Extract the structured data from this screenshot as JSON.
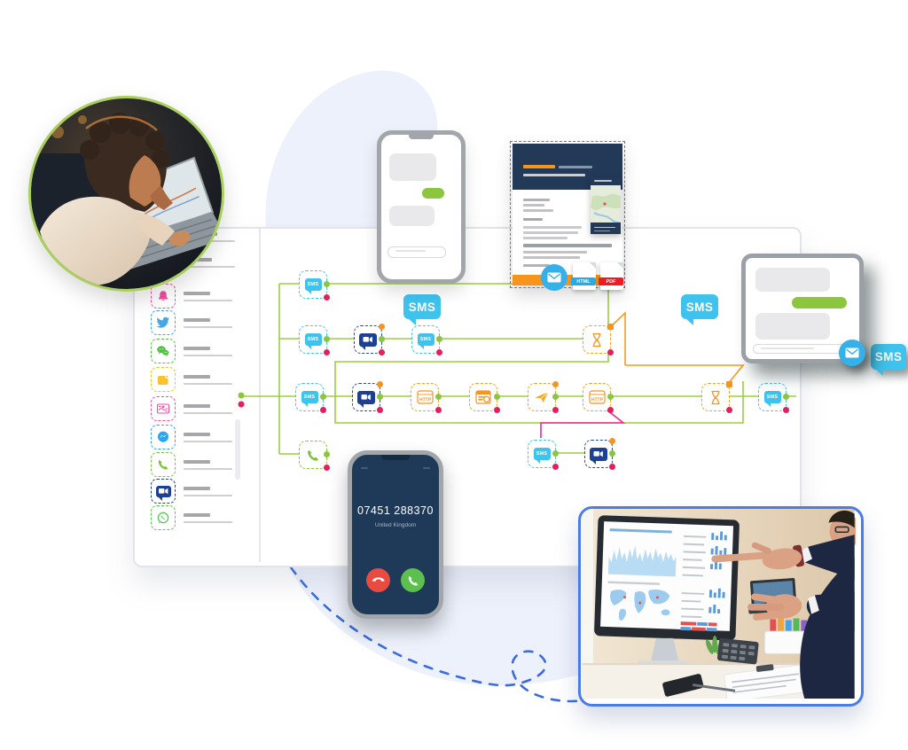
{
  "labels": {
    "sms": "SMS",
    "http": "HTTP",
    "html_file": "HTML",
    "pdf_file": "PDF"
  },
  "call_screen": {
    "number": "07451 288370",
    "location": "United Kingdom"
  },
  "flow": {
    "tooltip_sms": "SMS",
    "nodes": [
      "sms",
      "sms",
      "video-chat",
      "sms",
      "wait",
      "sms",
      "video-chat",
      "http-request",
      "report",
      "send",
      "http-request",
      "wait",
      "sms",
      "voice-call",
      "sms",
      "video-chat"
    ]
  },
  "sidebar": {
    "items": [
      {
        "icon": "bell-icon"
      },
      {
        "icon": "twitter-icon"
      },
      {
        "icon": "wechat-icon"
      },
      {
        "icon": "notes-icon"
      },
      {
        "icon": "rich-messaging-icon"
      },
      {
        "icon": "messenger-icon"
      },
      {
        "icon": "phone-icon"
      },
      {
        "icon": "video-chat-icon"
      },
      {
        "icon": "whatsapp-icon"
      }
    ]
  },
  "colors": {
    "accent_green": "#8cc63f",
    "accent_cyan": "#3ec3ee",
    "accent_orange": "#f7941e",
    "accent_navy": "#1d3f94",
    "accent_pink": "#ec1e8c",
    "dot_red": "#e51e5e",
    "blob": "#edf1fb",
    "dashed_line_blue": "#3a6be0",
    "card_border_blue": "#4a7ce8",
    "photo_ring_green": "#a9cf5c"
  }
}
